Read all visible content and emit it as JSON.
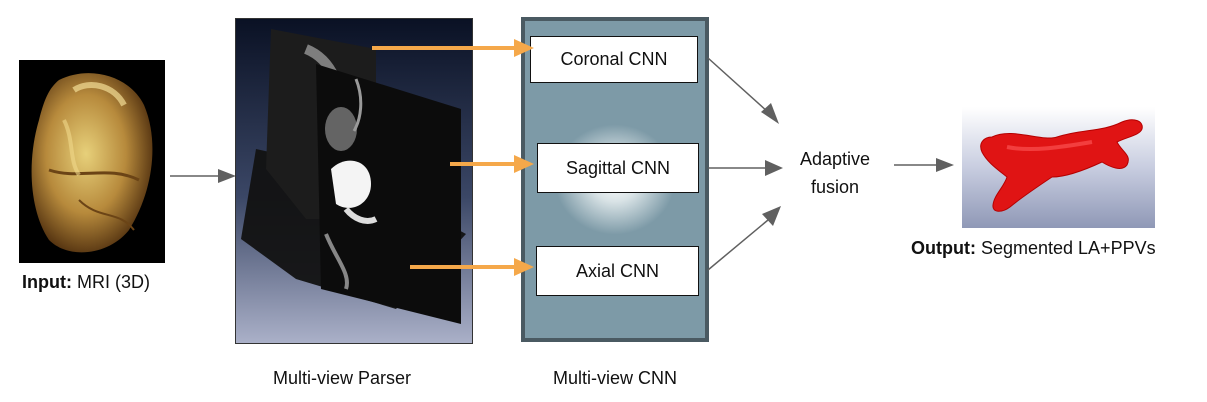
{
  "input": {
    "label_bold": "Input:",
    "label_rest": " MRI (3D)",
    "image": "3d-heart-volume-render"
  },
  "parser": {
    "caption": "Multi-view Parser",
    "image": "orthogonal-mri-slices"
  },
  "cnn": {
    "caption": "Multi-view CNN",
    "coronal": "Coronal CNN",
    "sagittal": "Sagittal CNN",
    "axial": "Axial CNN"
  },
  "fusion": {
    "line1": "Adaptive",
    "line2": "fusion"
  },
  "output": {
    "label_bold": "Output:",
    "label_rest": " Segmented LA+PPVs",
    "image": "red-left-atrium-segmentation"
  },
  "colors": {
    "orange_arrow": "#f5a84a",
    "gray_arrow": "#606060",
    "cnn_panel": "#7d9aa7",
    "panel_border": "#4a5a62"
  }
}
